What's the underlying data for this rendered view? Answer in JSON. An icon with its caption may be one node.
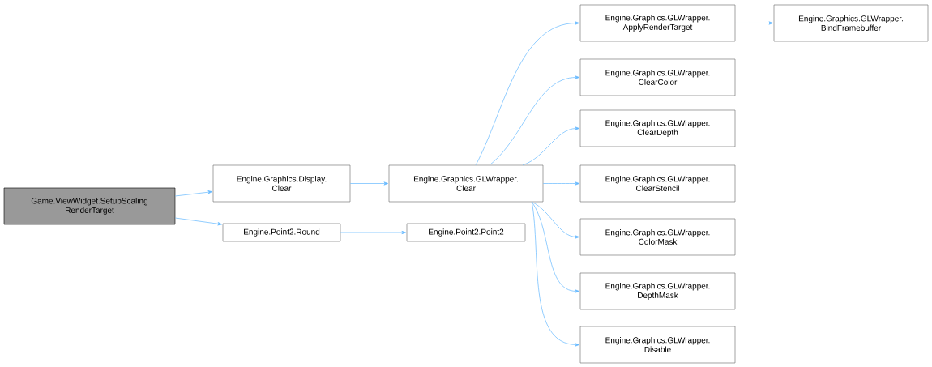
{
  "diagram": {
    "nodes": [
      {
        "text": [
          "Game.ViewWidget.SetupScaling RenderTarget"
        ]
      },
      {
        "text": [
          "Engine.Graphics.Display. Clear"
        ]
      },
      {
        "text": [
          "Engine.Point2.Round"
        ]
      },
      {
        "text": [
          "Engine.Graphics.GLWrapper. Clear"
        ]
      },
      {
        "text": [
          "Engine.Point2.Point2"
        ]
      },
      {
        "text": [
          "Engine.Graphics.GLWrapper. ApplyRenderTarget"
        ]
      },
      {
        "text": [
          "Engine.Graphics.GLWrapper. BindFramebuffer"
        ]
      },
      {
        "text": [
          "Engine.Graphics.GLWrapper. ClearColor"
        ]
      },
      {
        "text": [
          "Engine.Graphics.GLWrapper. ClearDepth"
        ]
      },
      {
        "text": [
          "Engine.Graphics.GLWrapper. ClearStencil"
        ]
      },
      {
        "text": [
          "Engine.Graphics.GLWrapper. ColorMask"
        ]
      },
      {
        "text": [
          "Engine.Graphics.GLWrapper. DepthMask"
        ]
      },
      {
        "text": [
          "Engine.Graphics.GLWrapper. Disable"
        ]
      }
    ],
    "edges": [
      {
        "from": 0,
        "to": 1,
        "arrow": "to"
      },
      {
        "from": 0,
        "to": 2,
        "arrow": "to"
      },
      {
        "from": 1,
        "to": 3,
        "arrow": "to"
      },
      {
        "from": 2,
        "to": 4,
        "arrow": "to"
      },
      {
        "from": 3,
        "to": 5,
        "arrow": "to"
      },
      {
        "from": 3,
        "to": 7,
        "arrow": "to"
      },
      {
        "from": 3,
        "to": 8,
        "arrow": "to"
      },
      {
        "from": 3,
        "to": 9,
        "arrow": "to"
      },
      {
        "from": 3,
        "to": 10,
        "arrow": "to"
      },
      {
        "from": 3,
        "to": 11,
        "arrow": "to"
      },
      {
        "from": 3,
        "to": 12,
        "arrow": "to"
      },
      {
        "from": 5,
        "to": 6,
        "arrow": "to"
      }
    ]
  }
}
